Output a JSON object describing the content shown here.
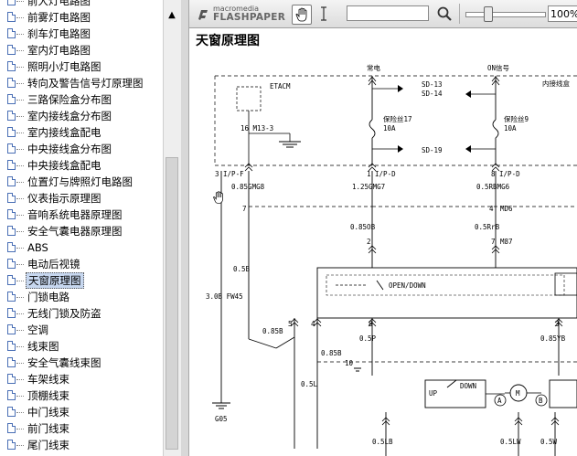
{
  "sidebar": {
    "items": [
      {
        "label": "前大灯电路图"
      },
      {
        "label": "前雾灯电路图"
      },
      {
        "label": "刹车灯电路图"
      },
      {
        "label": "室内灯电路图"
      },
      {
        "label": "照明小灯电路图"
      },
      {
        "label": "转向及警告信号灯原理图"
      },
      {
        "label": "三路保险盒分布图"
      },
      {
        "label": "室内接线盒分布图"
      },
      {
        "label": "室内接线盒配电"
      },
      {
        "label": "中央接线盒分布图"
      },
      {
        "label": "中央接线盒配电"
      },
      {
        "label": "位置灯与牌照灯电路图"
      },
      {
        "label": "仪表指示原理图"
      },
      {
        "label": "音响系统电器原理图"
      },
      {
        "label": "安全气囊电器原理图"
      },
      {
        "label": "ABS"
      },
      {
        "label": "电动后视镜"
      },
      {
        "label": "天窗原理图",
        "selected": true
      },
      {
        "label": "门锁电路"
      },
      {
        "label": "无线门锁及防盗"
      },
      {
        "label": "空调"
      },
      {
        "label": "线束图"
      },
      {
        "label": "安全气囊线束图"
      },
      {
        "label": "车架线束"
      },
      {
        "label": "顶棚线束"
      },
      {
        "label": "中门线束"
      },
      {
        "label": "前门线束"
      },
      {
        "label": "尾门线束"
      }
    ]
  },
  "toolbar": {
    "logo_top": "macromedia",
    "logo_bottom": "FLASHPAPER",
    "search_value": "",
    "zoom_value": "100%",
    "zoom_level": 0.28
  },
  "page": {
    "title": "天窗原理图"
  },
  "diagram": {
    "labels": {
      "etacm": "ETACM",
      "sd13": "SD-13",
      "sd14": "SD-14",
      "sd19": "SD-19",
      "changdian": "常电",
      "onxinhao": "ON信号",
      "neijie": "内接线盒",
      "fuse17": "保险丝17",
      "fuse17_amp": "10A",
      "fuse9": "保险丝9",
      "fuse9_amp": "10A",
      "m13": "16 M13-3",
      "p1": "3 I/P-F",
      "p2": "1 I/P-D",
      "p3": "8 I/P-D",
      "w1": "0.85GMG8",
      "w2": "1.25GMG7",
      "w3": "0.5RBMG6",
      "n7": "7",
      "n4": "4",
      "md6": "MD6",
      "w4": "0.85OB",
      "w5": "0.5RrB",
      "n2": "2",
      "n7b": "7",
      "m87": "M87",
      "w6": "0.5B",
      "w7": "3.0B FW45",
      "openup": "OPEN/DOWN",
      "n5": "5",
      "n4b": "4",
      "n8": "8",
      "n3": "3",
      "w8": "0.85B",
      "w9": "0.5P",
      "w10": "0.85YB",
      "w11": "0.85B",
      "n10": "10",
      "w12": "0.5L",
      "up": "UP",
      "down": "DOWN",
      "a": "A",
      "m": "M",
      "b": "B",
      "w13": "0.5LB",
      "w14": "0.5LW",
      "w15": "0.5W",
      "g05": "G05"
    }
  }
}
